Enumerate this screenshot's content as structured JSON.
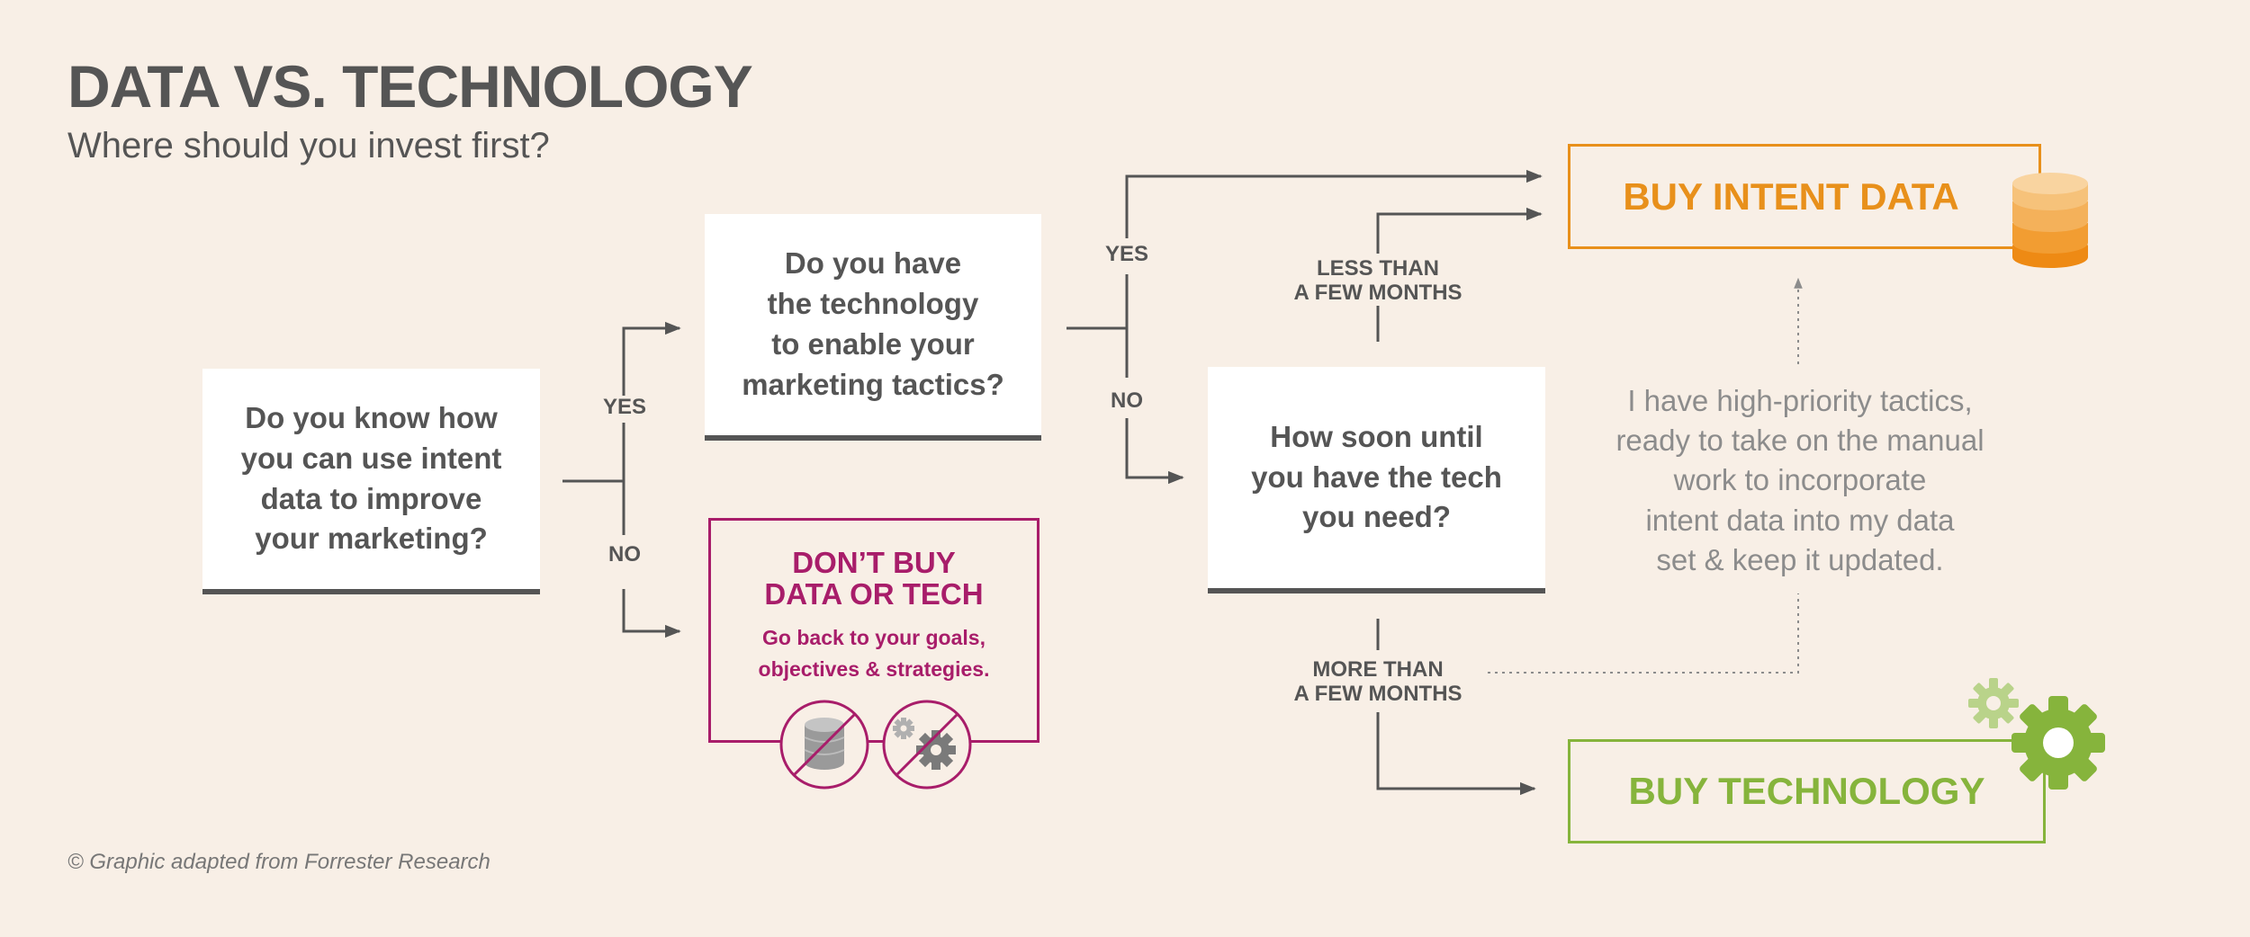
{
  "header": {
    "title": "DATA VS. TECHNOLOGY",
    "subtitle": "Where should you invest first?"
  },
  "nodes": {
    "q1": "Do you know how\nyou can use intent\ndata to improve\nyour marketing?",
    "q2": "Do you have\nthe technology\nto enable your\nmarketing tactics?",
    "q3": "How soon until\nyou have the tech\nyou need?",
    "dont_buy": {
      "heading": "DON’T BUY\nDATA OR TECH",
      "sub": "Go back to your goals,\nobjectives & strategies."
    },
    "buy_data": "BUY INTENT DATA",
    "buy_tech": "BUY TECHNOLOGY"
  },
  "edge_labels": {
    "q1_yes": "YES",
    "q1_no": "NO",
    "q2_yes": "YES",
    "q2_no": "NO",
    "less": "LESS THAN\nA FEW MONTHS",
    "more": "MORE THAN\nA FEW MONTHS"
  },
  "note": "I have high-priority tactics,\nready to take on the manual\nwork to incorporate\nintent data into my data\nset & keep it updated.",
  "credit": "© Graphic adapted from Forrester Research",
  "colors": {
    "background": "#f8efe6",
    "text": "#555555",
    "magenta": "#a81d6a",
    "orange": "#e8901b",
    "green": "#86b43c",
    "note_gray": "#8c8c8c"
  },
  "icons": [
    "no-data-icon",
    "no-tech-icon",
    "database-icon",
    "gear-icon"
  ]
}
